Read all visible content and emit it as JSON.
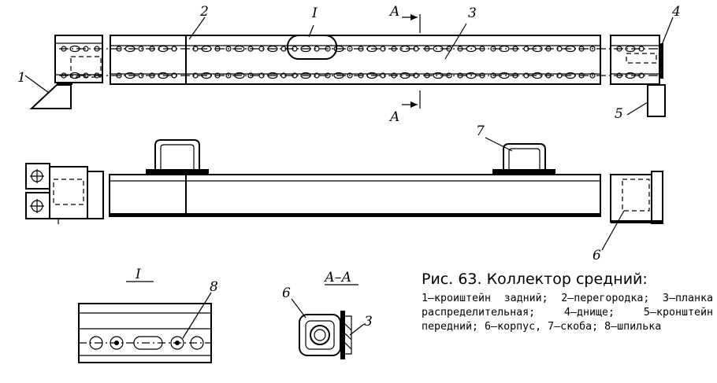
{
  "callouts": {
    "c1": "1",
    "c2": "2",
    "c3": "3",
    "c4": "4",
    "c5": "5",
    "c6": "6",
    "c7": "7",
    "c8": "8",
    "detail_I": "I",
    "section_A_top": "A",
    "section_A_bottom": "A",
    "section_AA_title": "А–А",
    "detail_I_title": "I",
    "section_c6": "6",
    "section_c3": "3"
  },
  "caption": {
    "title": "Рис. 63. Коллектор средний:",
    "text": "1—кроиштейн задний; 2—перегородка; 3—планка распределительная; 4—днище; 5—кронштейн передний; 6—корпус, 7—скоба; 8—шпилька"
  }
}
